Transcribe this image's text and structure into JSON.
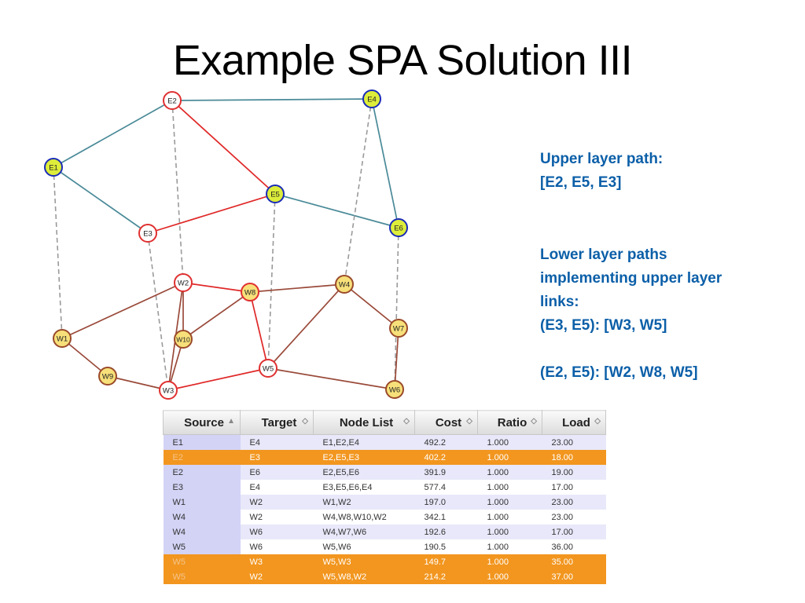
{
  "title": "Example SPA Solution III",
  "info": {
    "upper_heading": "Upper layer path:",
    "upper_path": "[E2, E5, E3]",
    "lower_heading_1": "Lower layer paths",
    "lower_heading_2": "implementing upper layer",
    "lower_heading_3": "links:",
    "lower_path_1": "(E3, E5): [W3, W5]",
    "lower_path_2": "(E2, E5): [W2, W8, W5]"
  },
  "graph": {
    "nodes": [
      {
        "id": "E1",
        "fill": "#dded3a",
        "stroke": "#1a2bb8"
      },
      {
        "id": "E2",
        "fill": "#ffffff",
        "stroke": "#e03030"
      },
      {
        "id": "E3",
        "fill": "#ffffff",
        "stroke": "#e03030"
      },
      {
        "id": "E4",
        "fill": "#dded3a",
        "stroke": "#1a2bb8"
      },
      {
        "id": "E5",
        "fill": "#dded3a",
        "stroke": "#1a2bb8"
      },
      {
        "id": "E6",
        "fill": "#dded3a",
        "stroke": "#1a2bb8"
      },
      {
        "id": "W1",
        "fill": "#f7e07a",
        "stroke": "#9a4a2a"
      },
      {
        "id": "W2",
        "fill": "#ffffff",
        "stroke": "#e03030"
      },
      {
        "id": "W3",
        "fill": "#ffffff",
        "stroke": "#e03030"
      },
      {
        "id": "W4",
        "fill": "#f7e07a",
        "stroke": "#9a4a2a"
      },
      {
        "id": "W5",
        "fill": "#ffffff",
        "stroke": "#e03030"
      },
      {
        "id": "W6",
        "fill": "#f7e07a",
        "stroke": "#9a4a2a"
      },
      {
        "id": "W7",
        "fill": "#f7e07a",
        "stroke": "#9a4a2a"
      },
      {
        "id": "W8",
        "fill": "#f7e07a",
        "stroke": "#e03030"
      },
      {
        "id": "W9",
        "fill": "#f7e07a",
        "stroke": "#9a4a2a"
      },
      {
        "id": "W10",
        "fill": "#f7e07a",
        "stroke": "#9a4a2a"
      }
    ],
    "edges": [
      {
        "from": "E2",
        "to": "E4",
        "kind": "upper"
      },
      {
        "from": "E2",
        "to": "E1",
        "kind": "upper"
      },
      {
        "from": "E1",
        "to": "E3",
        "kind": "upper"
      },
      {
        "from": "E3",
        "to": "E5",
        "kind": "upper-path"
      },
      {
        "from": "E2",
        "to": "E5",
        "kind": "upper-path"
      },
      {
        "from": "E5",
        "to": "E6",
        "kind": "upper"
      },
      {
        "from": "E4",
        "to": "E6",
        "kind": "upper"
      },
      {
        "from": "E1",
        "to": "W1",
        "kind": "mapping"
      },
      {
        "from": "E2",
        "to": "W2",
        "kind": "mapping"
      },
      {
        "from": "E3",
        "to": "W3",
        "kind": "mapping"
      },
      {
        "from": "E4",
        "to": "W4",
        "kind": "mapping"
      },
      {
        "from": "E5",
        "to": "W5",
        "kind": "mapping"
      },
      {
        "from": "E6",
        "to": "W6",
        "kind": "mapping"
      },
      {
        "from": "W1",
        "to": "W2",
        "kind": "lower"
      },
      {
        "from": "W1",
        "to": "W9",
        "kind": "lower"
      },
      {
        "from": "W9",
        "to": "W3",
        "kind": "lower"
      },
      {
        "from": "W2",
        "to": "W3",
        "kind": "lower"
      },
      {
        "from": "W2",
        "to": "W10",
        "kind": "lower"
      },
      {
        "from": "W10",
        "to": "W3",
        "kind": "lower"
      },
      {
        "from": "W2",
        "to": "W8",
        "kind": "lower-path"
      },
      {
        "from": "W8",
        "to": "W10",
        "kind": "lower"
      },
      {
        "from": "W8",
        "to": "W5",
        "kind": "lower-path"
      },
      {
        "from": "W8",
        "to": "W4",
        "kind": "lower"
      },
      {
        "from": "W3",
        "to": "W5",
        "kind": "lower-path"
      },
      {
        "from": "W4",
        "to": "W5",
        "kind": "lower"
      },
      {
        "from": "W4",
        "to": "W7",
        "kind": "lower"
      },
      {
        "from": "W7",
        "to": "W6",
        "kind": "lower"
      },
      {
        "from": "W5",
        "to": "W6",
        "kind": "lower"
      }
    ],
    "edge_colors": {
      "upper": "#4a8a98",
      "upper-path": "#e02828",
      "lower": "#9a4a3a",
      "lower-path": "#e02828",
      "mapping": "#9a9a9a"
    }
  },
  "table": {
    "columns": [
      "Source",
      "Target",
      "Node List",
      "Cost",
      "Ratio",
      "Load"
    ],
    "sort_icons": [
      "▲",
      "◇",
      "◇",
      "◇",
      "◇",
      "◇"
    ],
    "rows": [
      {
        "cells": [
          "E1",
          "E4",
          "E1,E2,E4",
          "492.2",
          "1.000",
          "23.00"
        ],
        "highlight": false
      },
      {
        "cells": [
          "E2",
          "E3",
          "E2,E5,E3",
          "402.2",
          "1.000",
          "18.00"
        ],
        "highlight": true
      },
      {
        "cells": [
          "E2",
          "E6",
          "E2,E5,E6",
          "391.9",
          "1.000",
          "19.00"
        ],
        "highlight": false
      },
      {
        "cells": [
          "E3",
          "E4",
          "E3,E5,E6,E4",
          "577.4",
          "1.000",
          "17.00"
        ],
        "highlight": false
      },
      {
        "cells": [
          "W1",
          "W2",
          "W1,W2",
          "197.0",
          "1.000",
          "23.00"
        ],
        "highlight": false
      },
      {
        "cells": [
          "W4",
          "W2",
          "W4,W8,W10,W2",
          "342.1",
          "1.000",
          "23.00"
        ],
        "highlight": false
      },
      {
        "cells": [
          "W4",
          "W6",
          "W4,W7,W6",
          "192.6",
          "1.000",
          "17.00"
        ],
        "highlight": false
      },
      {
        "cells": [
          "W5",
          "W6",
          "W5,W6",
          "190.5",
          "1.000",
          "36.00"
        ],
        "highlight": false
      },
      {
        "cells": [
          "W5",
          "W3",
          "W5,W3",
          "149.7",
          "1.000",
          "35.00"
        ],
        "highlight": true
      },
      {
        "cells": [
          "W5",
          "W2",
          "W5,W8,W2",
          "214.2",
          "1.000",
          "37.00"
        ],
        "highlight": true
      }
    ]
  }
}
